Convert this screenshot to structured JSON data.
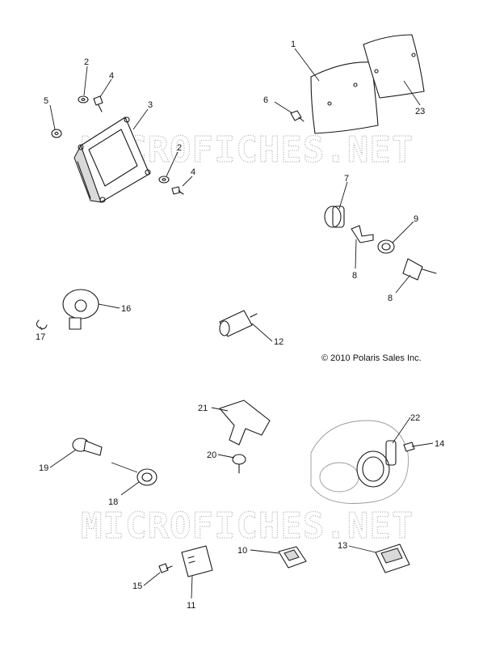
{
  "copyright": "© 2010 Polaris Sales Inc.",
  "watermark": "MICROFICHES.NET",
  "callouts": [
    "1",
    "2",
    "3",
    "4",
    "5",
    "2",
    "4",
    "6",
    "23",
    "7",
    "9",
    "8",
    "8",
    "16",
    "17",
    "12",
    "21",
    "22",
    "14",
    "20",
    "19",
    "18",
    "10",
    "13",
    "15",
    "11"
  ],
  "icons": [
    "ecu-module-icon",
    "bolt-icon",
    "washer-icon",
    "cover-plate-icon",
    "bulb-socket-icon",
    "sensor-clip-icon",
    "knock-sensor-icon",
    "temp-sensor-icon",
    "map-sensor-icon",
    "throttle-body-icon",
    "relay-icon",
    "rocker-switch-icon"
  ]
}
